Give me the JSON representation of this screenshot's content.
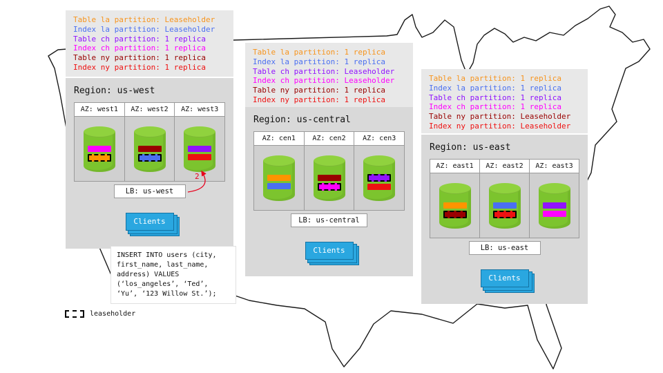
{
  "legend": {
    "label": "leaseholder"
  },
  "annotation": {
    "label": "2"
  },
  "sql_note": {
    "lines": [
      "INSERT INTO users (city,",
      "first_name, last_name,",
      "address) VALUES",
      "(‘los_angeles’, ‘Ted’,",
      "‘Yu’, ‘123 Willow St.’);"
    ]
  },
  "colors": {
    "region_bg": "#d9d9d9",
    "info_bg": "#e8e8e8",
    "az_body_bg": "#d0d0d0",
    "cylinder_green": "#7cc42e",
    "clients_blue": "#2aa7e0",
    "arrow_red": "#e8001c",
    "map_outline": "#1a1a1a"
  },
  "regions": [
    {
      "name": "us-west",
      "title": "Region: us-west",
      "lb": "LB: us-west",
      "clients": "Clients",
      "partition_info": [
        {
          "text": "Table la partition: Leaseholder",
          "color": "#f7941d"
        },
        {
          "text": "Index la partition: Leaseholder",
          "color": "#4a6ff1"
        },
        {
          "text": "Table ch partition: 1 replica",
          "color": "#9013fe"
        },
        {
          "text": "Index ch partition: 1 replica",
          "color": "#ff00ff"
        },
        {
          "text": "Table ny partition: 1 replica",
          "color": "#990000"
        },
        {
          "text": "Index ny partition: 1 replica",
          "color": "#ee1111"
        }
      ],
      "azs": [
        {
          "label": "AZ: west1",
          "bars": [
            {
              "partition": "index-ch-replica",
              "color": "#ff00ff",
              "leaseholder": false
            },
            {
              "partition": "table-la-leaseholder",
              "color": "#ff9400",
              "leaseholder": true
            }
          ]
        },
        {
          "label": "AZ: west2",
          "bars": [
            {
              "partition": "table-ny-replica",
              "color": "#990000",
              "leaseholder": false
            },
            {
              "partition": "index-la-leaseholder",
              "color": "#4a6ff1",
              "leaseholder": true
            }
          ]
        },
        {
          "label": "AZ: west3",
          "bars": [
            {
              "partition": "table-ch-replica",
              "color": "#9013fe",
              "leaseholder": false
            },
            {
              "partition": "index-ny-replica",
              "color": "#ee1111",
              "leaseholder": false
            }
          ]
        }
      ]
    },
    {
      "name": "us-central",
      "title": "Region: us-central",
      "lb": "LB: us-central",
      "clients": "Clients",
      "partition_info": [
        {
          "text": "Table la partition: 1 replica",
          "color": "#f7941d"
        },
        {
          "text": "Index la partition: 1 replica",
          "color": "#4a6ff1"
        },
        {
          "text": "Table ch partition: Leaseholder",
          "color": "#9013fe"
        },
        {
          "text": "Index ch partition: Leaseholder",
          "color": "#ff00ff"
        },
        {
          "text": "Table ny partition: 1 replica",
          "color": "#990000"
        },
        {
          "text": "Index ny partition: 1 replica",
          "color": "#ee1111"
        }
      ],
      "azs": [
        {
          "label": "AZ: cen1",
          "bars": [
            {
              "partition": "table-la-replica",
              "color": "#ff9400",
              "leaseholder": false
            },
            {
              "partition": "index-la-replica",
              "color": "#4a6ff1",
              "leaseholder": false
            }
          ]
        },
        {
          "label": "AZ: cen2",
          "bars": [
            {
              "partition": "table-ny-replica",
              "color": "#990000",
              "leaseholder": false
            },
            {
              "partition": "index-ch-leaseholder",
              "color": "#ff00ff",
              "leaseholder": true
            }
          ]
        },
        {
          "label": "AZ: cen3",
          "bars": [
            {
              "partition": "table-ch-leaseholder",
              "color": "#9013fe",
              "leaseholder": true
            },
            {
              "partition": "index-ny-replica",
              "color": "#ee1111",
              "leaseholder": false
            }
          ]
        }
      ]
    },
    {
      "name": "us-east",
      "title": "Region: us-east",
      "lb": "LB: us-east",
      "clients": "Clients",
      "partition_info": [
        {
          "text": "Table la partition: 1 replica",
          "color": "#f7941d"
        },
        {
          "text": "Index la partition: 1 replica",
          "color": "#4a6ff1"
        },
        {
          "text": "Table ch partition: 1 replica",
          "color": "#9013fe"
        },
        {
          "text": "Index ch partition: 1 replica",
          "color": "#ff00ff"
        },
        {
          "text": "Table ny partition: Leaseholder",
          "color": "#990000"
        },
        {
          "text": "Index ny partition: Leaseholder",
          "color": "#ee1111"
        }
      ],
      "azs": [
        {
          "label": "AZ: east1",
          "bars": [
            {
              "partition": "table-la-replica",
              "color": "#ff9400",
              "leaseholder": false
            },
            {
              "partition": "table-ny-leaseholder",
              "color": "#990000",
              "leaseholder": true
            }
          ]
        },
        {
          "label": "AZ: east2",
          "bars": [
            {
              "partition": "index-la-replica",
              "color": "#4a6ff1",
              "leaseholder": false
            },
            {
              "partition": "index-ny-leaseholder",
              "color": "#ee1111",
              "leaseholder": true
            }
          ]
        },
        {
          "label": "AZ: east3",
          "bars": [
            {
              "partition": "table-ch-replica",
              "color": "#9013fe",
              "leaseholder": false
            },
            {
              "partition": "index-ch-replica",
              "color": "#ff00ff",
              "leaseholder": false
            }
          ]
        }
      ]
    }
  ]
}
